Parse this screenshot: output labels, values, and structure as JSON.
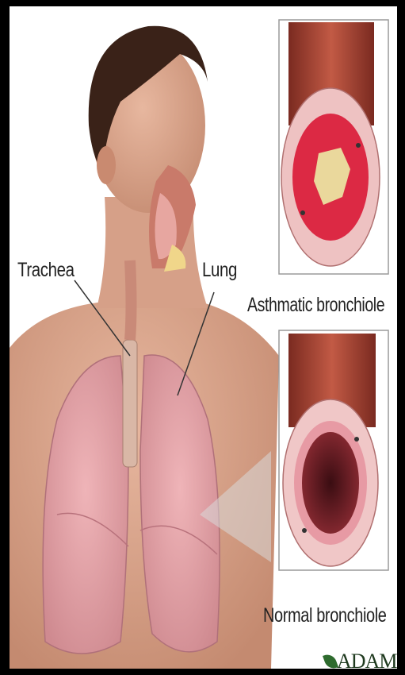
{
  "labels": {
    "trachea": "Trachea",
    "lung": "Lung",
    "asthmatic": "Asthmatic bronchiole",
    "normal": "Normal bronchiole"
  },
  "logo": {
    "text": "ADAM"
  },
  "colors": {
    "skin": "#d9a58c",
    "lung": "#e6a4a9",
    "muscle": "#a33a2c",
    "mucosa": "#e48a94",
    "mucus": "#e8d79a",
    "inflamed": "#d5203c"
  }
}
